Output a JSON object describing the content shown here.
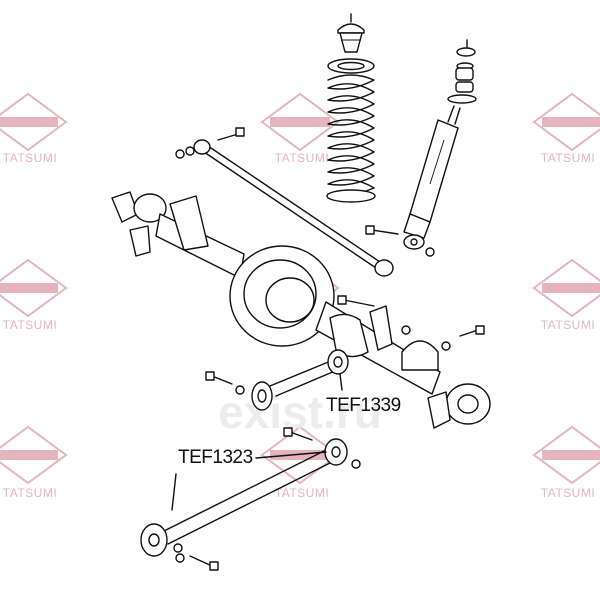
{
  "labels": {
    "upper_bushing": "TEF1339",
    "lower_bushing": "TEF1323"
  },
  "watermark": {
    "logo": "TMI",
    "brand": "TATSUMI",
    "center": "exist.ru",
    "logo_color": "#e6b4be",
    "center_color": "#ececec"
  }
}
